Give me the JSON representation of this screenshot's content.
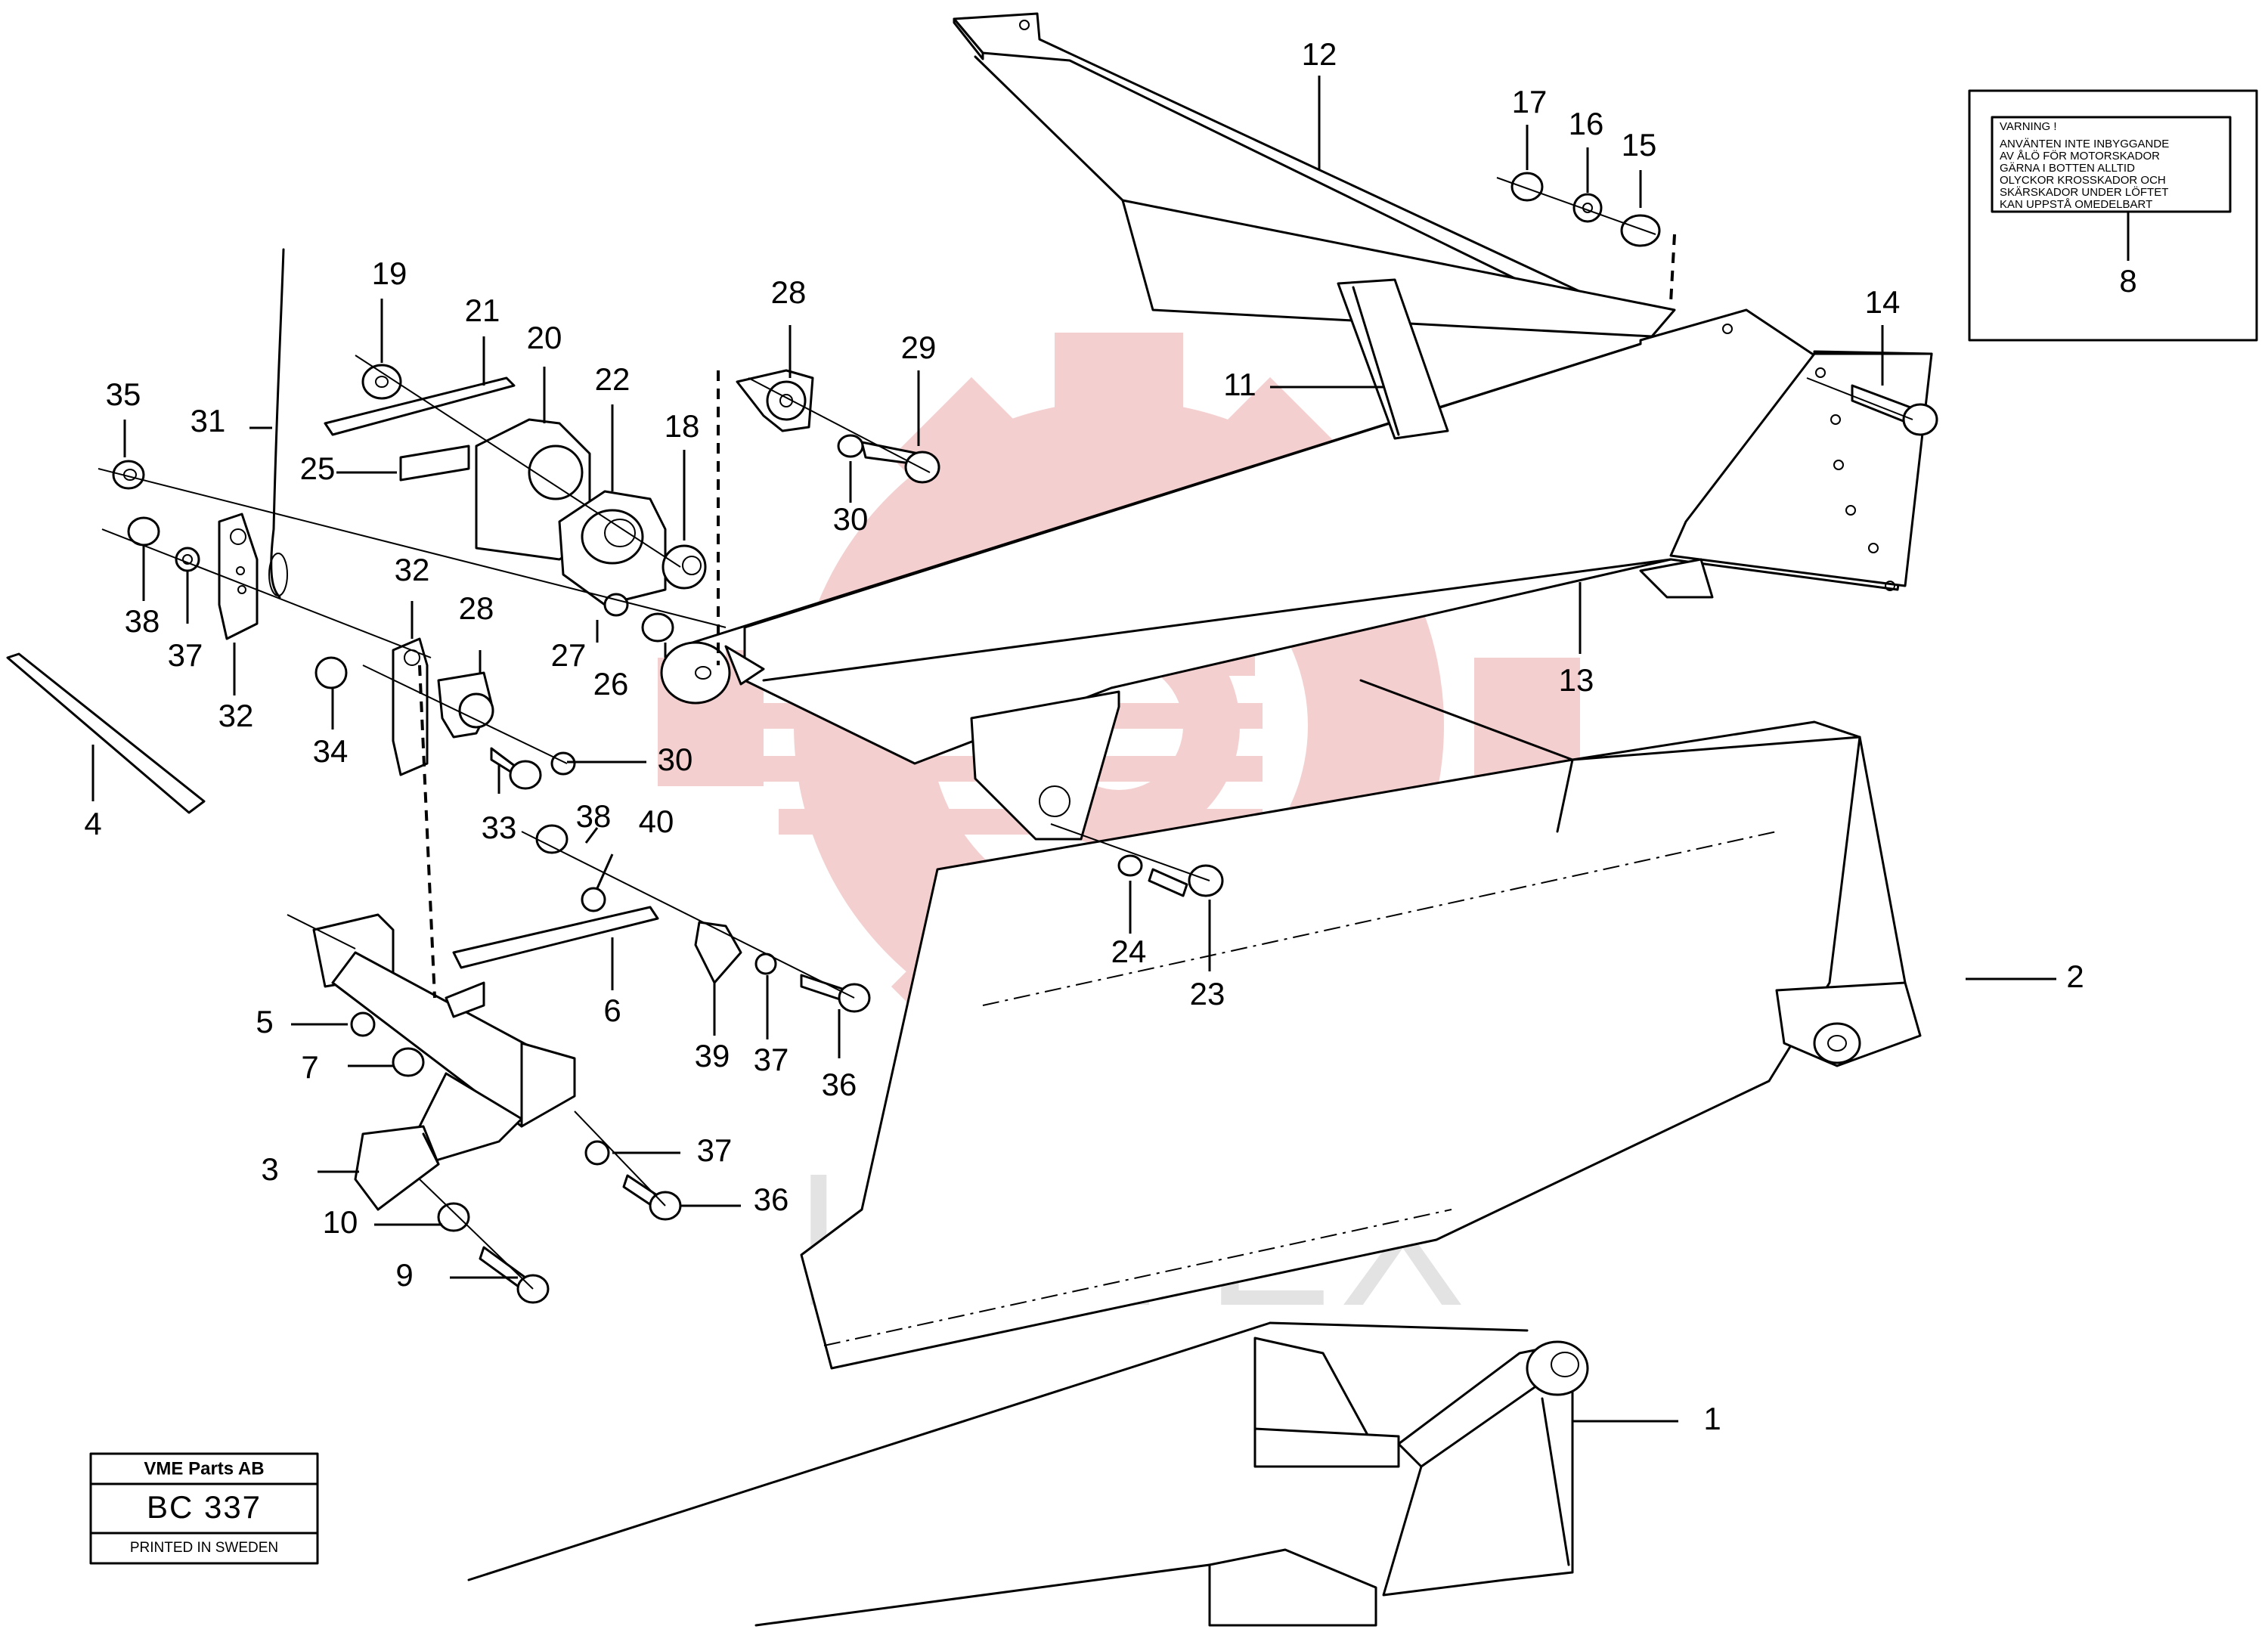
{
  "watermark": {
    "text": "ИНТЕХ",
    "gear_color": "#f2c7c7",
    "text_color": "#e3e3e3"
  },
  "warning_label": {
    "heading": "VARNING !",
    "lines": [
      "ANVÄNTEN INTE INBYGGANDE",
      "AV ÅLÖ FÖR MOTORSKADOR",
      "GÄRNA I BOTTEN ALLTID",
      "OLYCKOR KROSSKADOR OCH",
      "SKÄRSKADOR UNDER LÖFTET",
      "KAN UPPSTÅ OMEDELBART"
    ],
    "callout": "8"
  },
  "plaque": {
    "company": "VME Parts AB",
    "code": "BC 337",
    "printed": "PRINTED IN SWEDEN"
  },
  "callouts": {
    "c1": "1",
    "c2": "2",
    "c3": "3",
    "c4": "4",
    "c5": "5",
    "c6": "6",
    "c7": "7",
    "c9": "9",
    "c10": "10",
    "c11": "11",
    "c12": "12",
    "c13": "13",
    "c14": "14",
    "c15": "15",
    "c16": "16",
    "c17": "17",
    "c18": "18",
    "c19": "19",
    "c20": "20",
    "c21": "21",
    "c22": "22",
    "c23": "23",
    "c24": "24",
    "c25": "25",
    "c26": "26",
    "c27": "27",
    "c28a": "28",
    "c28b": "28",
    "c29": "29",
    "c30a": "30",
    "c30b": "30",
    "c31": "31",
    "c32a": "32",
    "c32b": "32",
    "c33": "33",
    "c34": "34",
    "c35": "35",
    "c36a": "36",
    "c36b": "36",
    "c37a": "37",
    "c37b": "37",
    "c37c": "37",
    "c38a": "38",
    "c38b": "38",
    "c39": "39",
    "c40": "40"
  }
}
